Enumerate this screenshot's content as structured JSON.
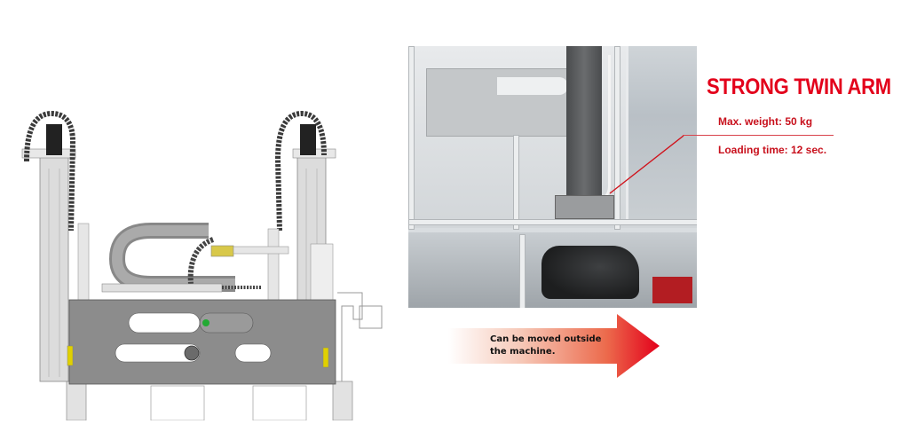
{
  "headline": {
    "title": "STRONG TWIN ARM",
    "specs": [
      {
        "label": "Max. weight: 50 kg"
      },
      {
        "label": "Loading time: 12 sec."
      }
    ]
  },
  "arrow": {
    "line1": "Can be moved outside",
    "line2": "the machine.",
    "color_start": "#ffffff",
    "color_end": "#e3001b"
  },
  "images": {
    "cad_drawing": "twin-arm-cad-illustration",
    "photo": "twin-arm-machine-photo"
  },
  "colors": {
    "accent": "#e3001b",
    "spec_text": "#c8101c"
  }
}
